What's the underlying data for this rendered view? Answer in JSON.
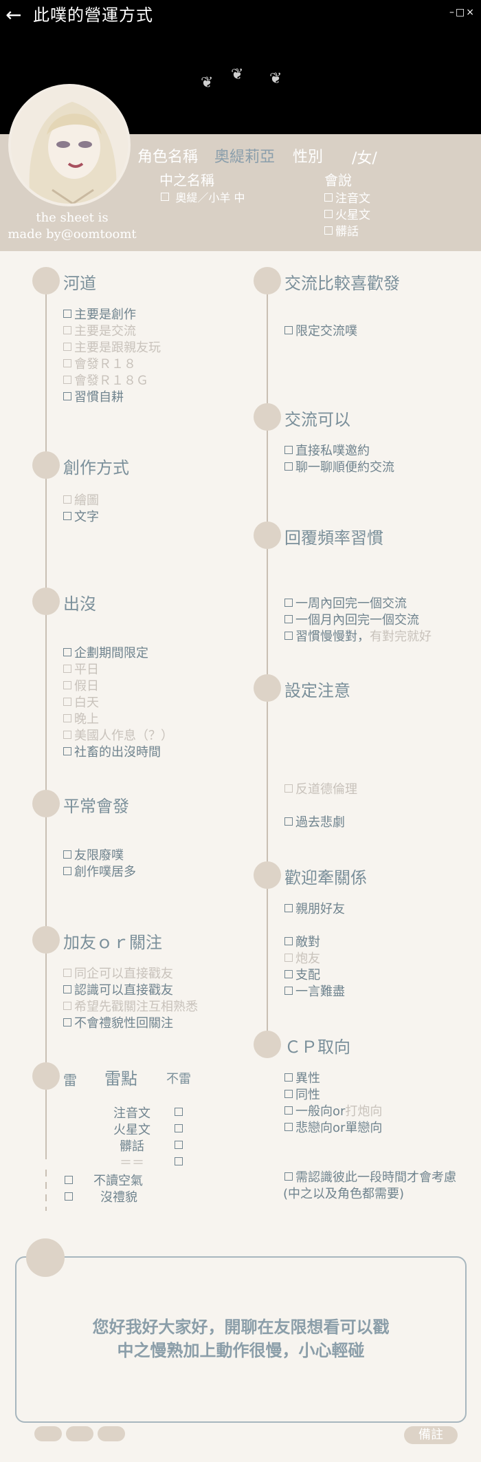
{
  "header": {
    "title": "此噗的營運方式",
    "window_controls": [
      "–",
      "□",
      "×"
    ]
  },
  "profile": {
    "name_label": "角色名稱",
    "name_value": "奧緹莉亞",
    "gender_label": "性別",
    "gender_value": "/女/",
    "nakanohito_label": "中之名稱",
    "nakanohito_value": "奧緹／小羊  中",
    "speaks_label": "會說",
    "speaks": [
      "注音文",
      "火星文",
      "髒話"
    ],
    "credit_line1": "the sheet is",
    "credit_line2": "made by@oomtoomt"
  },
  "left": {
    "s1": {
      "title": "河道",
      "items": [
        "主要是創作",
        "主要是交流",
        "主要是跟親友玩",
        "會發Ｒ１８",
        "會發Ｒ１８Ｇ",
        "習慣自耕"
      ]
    },
    "s2": {
      "title": "創作方式",
      "items": [
        "繪圖",
        "文字"
      ]
    },
    "s3": {
      "title": "出沒",
      "items": [
        "企劃期間限定",
        "平日",
        "假日",
        "白天",
        "晚上",
        "美國人作息（？）",
        "社畜的出沒時間"
      ]
    },
    "s4": {
      "title": "平常會發",
      "items": [
        "友限廢噗",
        "創作噗居多"
      ]
    },
    "s5": {
      "title": "加友ｏｒ關注",
      "items": [
        "同企可以直接戳友",
        "認識可以直接戳友",
        "希望先戳關注互相熟悉",
        "不會禮貌性回關注"
      ]
    },
    "s6": {
      "title": "雷",
      "col_title": "雷點",
      "col_not": "不雷",
      "rows": [
        "注音文",
        "火星文",
        "髒話",
        "＝＝"
      ],
      "extra": [
        "不讀空氣",
        "沒禮貌"
      ]
    }
  },
  "right": {
    "s1": {
      "title": "交流比較喜歡發",
      "items": [
        "限定交流噗"
      ]
    },
    "s2": {
      "title": "交流可以",
      "items": [
        "直接私噗邀約",
        "聊一聊順便約交流"
      ]
    },
    "s3": {
      "title": "回覆頻率習慣",
      "items": [
        "一周內回完一個交流",
        "一個月內回完一個交流",
        "習慣慢慢對，"
      ],
      "extra": "有對完就好"
    },
    "s4": {
      "title": "設定注意",
      "items": [
        "反道德倫理",
        "過去悲劇"
      ]
    },
    "s5": {
      "title": "歡迎牽關係",
      "items": [
        "親朋好友",
        "敵對",
        "炮友",
        "支配",
        "一言難盡"
      ]
    },
    "s6": {
      "title": "ＣＰ取向",
      "items": [
        "異性",
        "同性",
        "一般向or",
        "悲戀向or單戀向"
      ],
      "extra": "打炮向",
      "note1": "需認識彼此一段時間才會考慮",
      "note2": "(中之以及角色都需要)"
    }
  },
  "notes": {
    "line1": "您好我好大家好，開聊在友限想看可以戳",
    "line2": "中之慢熟加上動作很慢，小心輕碰",
    "button": "備註"
  }
}
